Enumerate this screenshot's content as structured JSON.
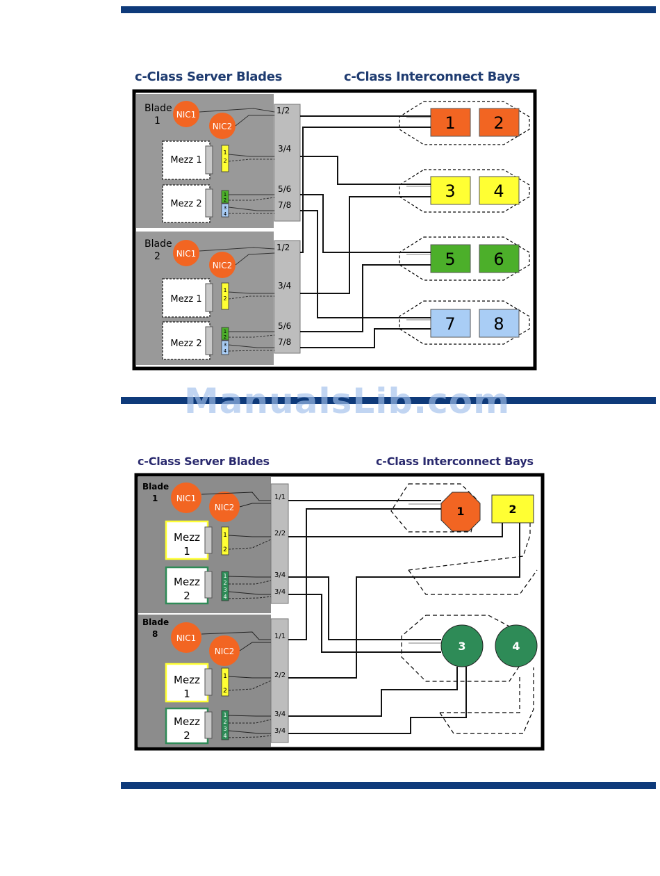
{
  "diagram1": {
    "left_title": "c-Class Server Blades",
    "right_title": "c-Class Interconnect Bays",
    "blade_label": "Blade",
    "nic1": "NIC1",
    "nic2": "NIC2",
    "mezz1": "Mezz 1",
    "mezz2": "Mezz 2",
    "blades": [
      "1",
      "2"
    ],
    "port_pairs": [
      "1/2",
      "3/4",
      "5/6",
      "7/8"
    ],
    "mezz_ports": [
      "1",
      "2",
      "3",
      "4"
    ],
    "bays": [
      "1",
      "2",
      "3",
      "4",
      "5",
      "6",
      "7",
      "8"
    ],
    "colors": {
      "orange": "#f26522",
      "yellow": "#ffff33",
      "green": "#4caf2a",
      "blue": "#a9cdf5",
      "panel": "#999999"
    }
  },
  "diagram2": {
    "left_title": "c-Class Server Blades",
    "right_title": "c-Class Interconnect Bays",
    "blade_label": "Blade",
    "nic1": "NIC1",
    "nic2": "NIC2",
    "mezz_word": "Mezz",
    "mezz_numbers": [
      "1",
      "2"
    ],
    "blades": [
      "1",
      "8"
    ],
    "port_labels": [
      "1/1",
      "2/2",
      "3/4",
      "3/4"
    ],
    "mezz_ports": [
      "1",
      "2",
      "3",
      "4"
    ],
    "bays": [
      "1",
      "2",
      "3",
      "4"
    ],
    "colors": {
      "orange": "#f26522",
      "yellow": "#ffff33",
      "green": "#2e8b57",
      "panel": "#8c8c8c"
    }
  },
  "watermark": "ManualsLib.com"
}
